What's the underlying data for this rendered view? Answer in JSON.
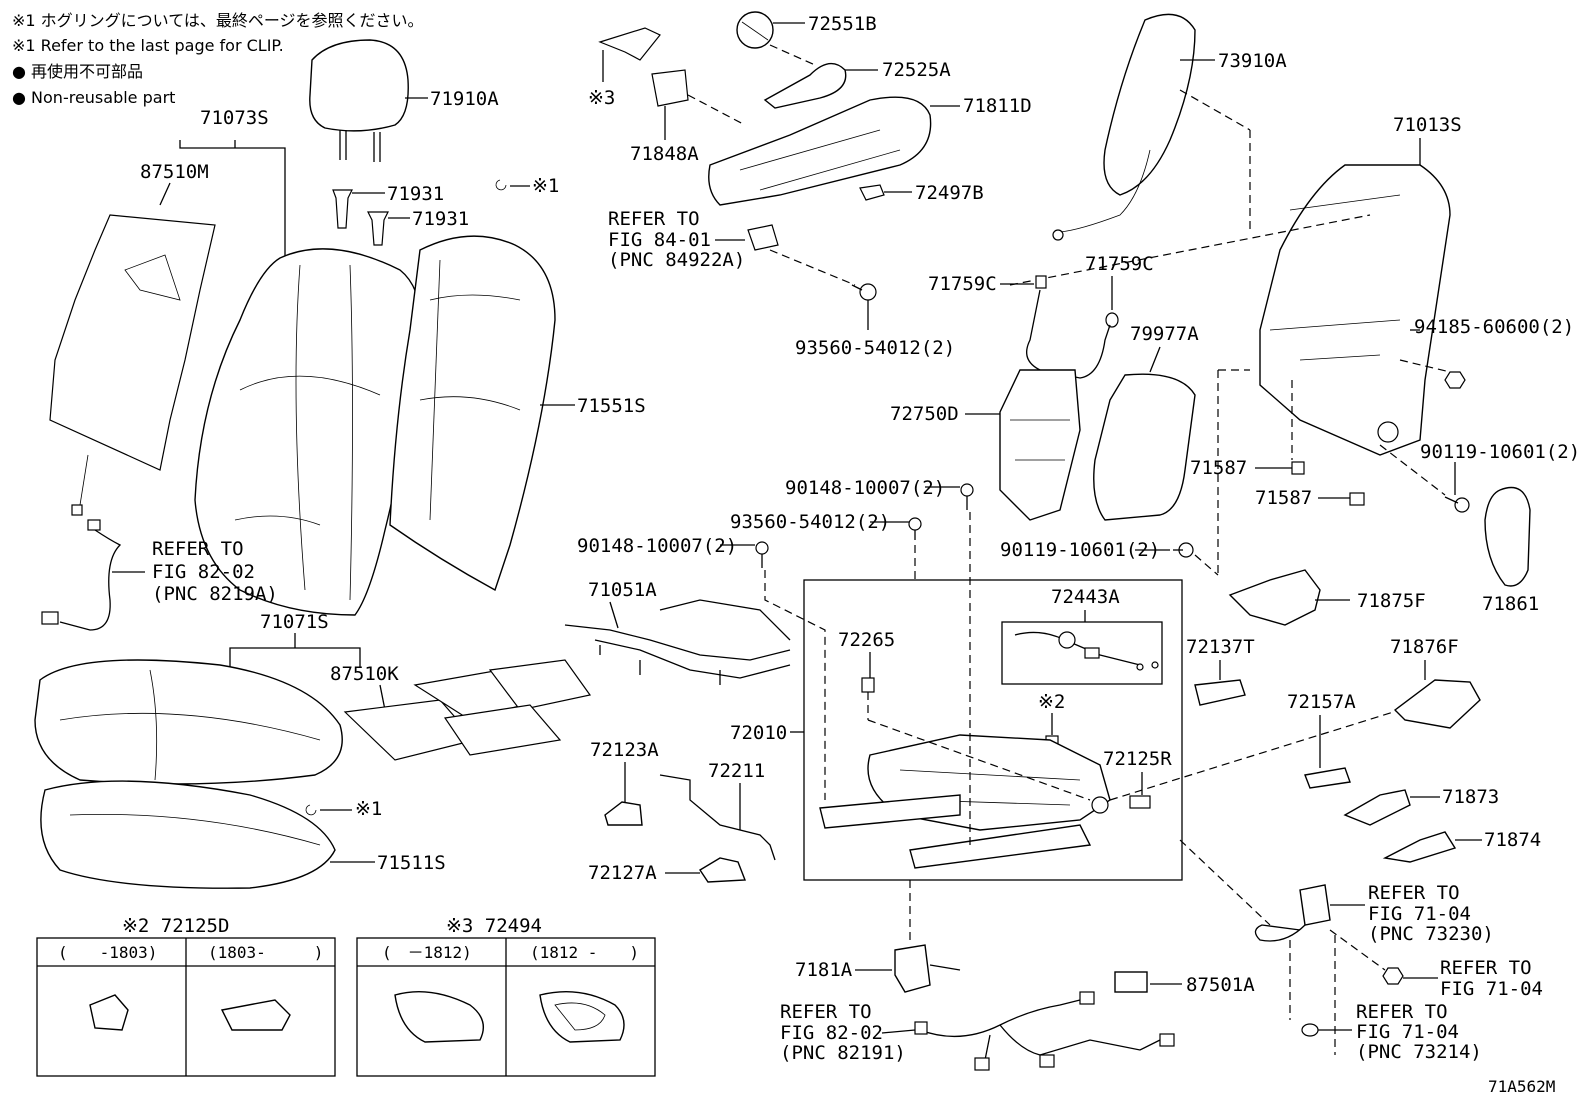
{
  "notes": {
    "clip_jp": "※1 ホグリングについては、最終ページを参照ください。",
    "clip_en": "※1 Refer to the last page for CLIP.",
    "nonreuse_jp": "● 再使用不可部品",
    "nonreuse_en": "● Non-reusable part"
  },
  "diagram_id": "71A562M",
  "callouts": {
    "p71910A": "71910A",
    "p71073S": "71073S",
    "p87510M": "87510M",
    "p71931a": "71931",
    "p71931b": "71931",
    "clip1a": "※1",
    "clip1b": "※1",
    "p71551S": "71551S",
    "p71071S": "71071S",
    "p87510K": "87510K",
    "p71511S": "71511S",
    "p72551B": "72551B",
    "p72525A": "72525A",
    "p71811D": "71811D",
    "p71848A": "71848A",
    "p72497B": "72497B",
    "note3": "※3",
    "p93560a": "93560-54012(2)",
    "p93560b": "93560-54012(2)",
    "p73910A": "73910A",
    "p71013S": "71013S",
    "p71759Ca": "71759C",
    "p71759Cb": "71759C",
    "p79977A": "79977A",
    "p72750D": "72750D",
    "p94185": "94185-60600(2)",
    "p90119a": "90119-10601(2)",
    "p90119b": "90119-10601(2)",
    "p71587a": "71587",
    "p71587b": "71587",
    "p90148a": "90148-10007(2)",
    "p90148b": "90148-10007(2)",
    "p71051A": "71051A",
    "p72443A": "72443A",
    "p72265": "72265",
    "note2": "※2",
    "p72010": "72010",
    "p72125R": "72125R",
    "p72123A": "72123A",
    "p72211": "72211",
    "p72127A": "72127A",
    "p71875F": "71875F",
    "p71861": "71861",
    "p72137T": "72137T",
    "p71876F": "71876F",
    "p72157A": "72157A",
    "p71873": "71873",
    "p71874": "71874",
    "p7181A": "7181A",
    "p87501A": "87501A"
  },
  "references": {
    "r84_1": "REFER TO",
    "r84_2": "FIG 84-01",
    "r84_3": "(PNC 84922A)",
    "r82a_1": "REFER TO",
    "r82a_2": "FIG 82-02",
    "r82a_3": "(PNC 8219A)",
    "r82b_1": "REFER TO",
    "r82b_2": "FIG 82-02",
    "r82b_3": "(PNC 82191)",
    "r7104a_1": "REFER TO",
    "r7104a_2": "FIG 71-04",
    "r7104a_3": "(PNC 73230)",
    "r7104b_1": "REFER TO",
    "r7104b_2": "FIG 71-04",
    "r7104c_1": "REFER TO",
    "r7104c_2": "FIG 71-04",
    "r7104c_3": "(PNC 73214)"
  },
  "variant_tables": {
    "t1_title": "※2 72125D",
    "t1_col1": "(　　-1803)",
    "t1_col2": "(1803-　　　)",
    "t2_title": "※3 72494",
    "t2_col1": "(　－1812)",
    "t2_col2": "(1812 -　　)"
  }
}
